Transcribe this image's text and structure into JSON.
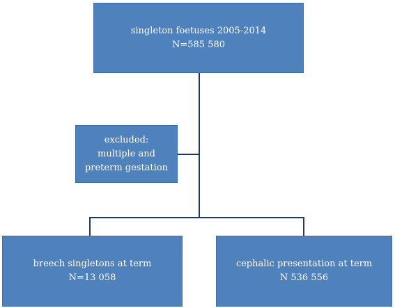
{
  "flowchart": {
    "source": {
      "line1": "singleton foetuses  2005-2014",
      "line2": "N=585 580"
    },
    "excluded": {
      "line1": "excluded:",
      "line2": "multiple and",
      "line3": "preterm gestation"
    },
    "breech": {
      "line1": "breech singletons at term",
      "line2": "N=13 058"
    },
    "cephalic": {
      "line1": "cephalic presentation at term",
      "line2": "N 536 556"
    }
  },
  "colors": {
    "box_fill": "#4f81bd",
    "box_text": "#ffffff",
    "connector": "#1f3864"
  }
}
